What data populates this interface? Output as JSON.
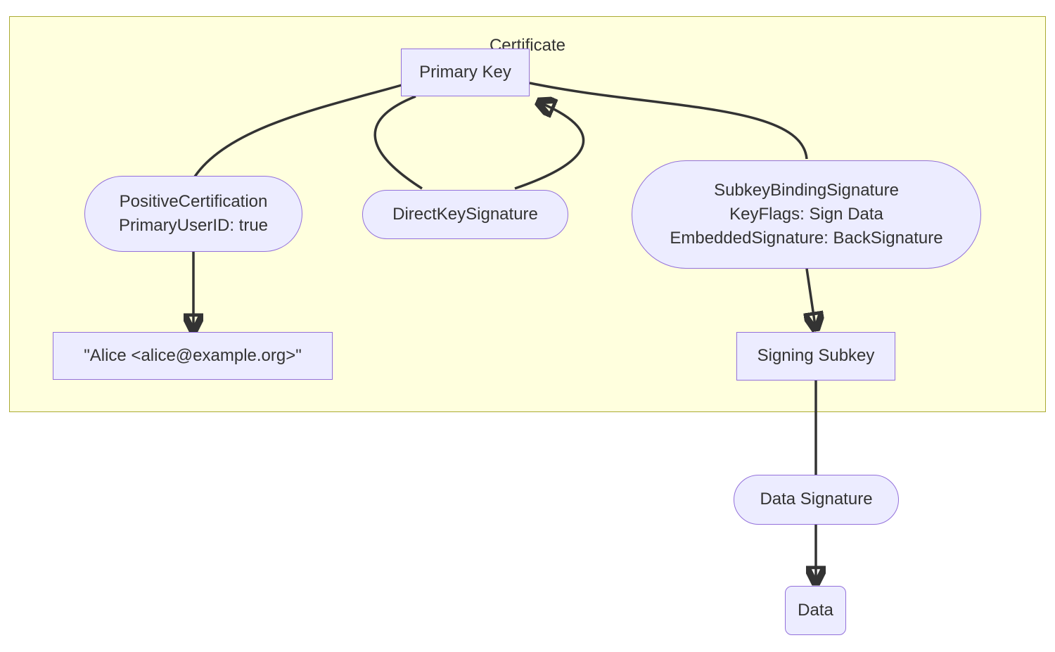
{
  "diagram": {
    "container_label": "Certificate",
    "nodes": {
      "primary_key": {
        "label": "Primary Key"
      },
      "positive_certification": {
        "lines": [
          "PositiveCertification",
          "PrimaryUserID: true"
        ]
      },
      "direct_key_signature": {
        "label": "DirectKeySignature"
      },
      "subkey_binding_signature": {
        "lines": [
          "SubkeyBindingSignature",
          "KeyFlags: Sign Data",
          "EmbeddedSignature: BackSignature"
        ]
      },
      "user_id": {
        "label": "\"Alice <alice@example.org>\""
      },
      "signing_subkey": {
        "label": "Signing Subkey"
      },
      "data_signature": {
        "label": "Data Signature"
      },
      "data": {
        "label": "Data"
      }
    },
    "colors": {
      "cluster_fill": "#ffffde",
      "cluster_border": "#aaaa33",
      "node_fill": "#ececff",
      "node_border": "#9370db",
      "edge_color": "#333333",
      "text_color": "#333333"
    }
  }
}
